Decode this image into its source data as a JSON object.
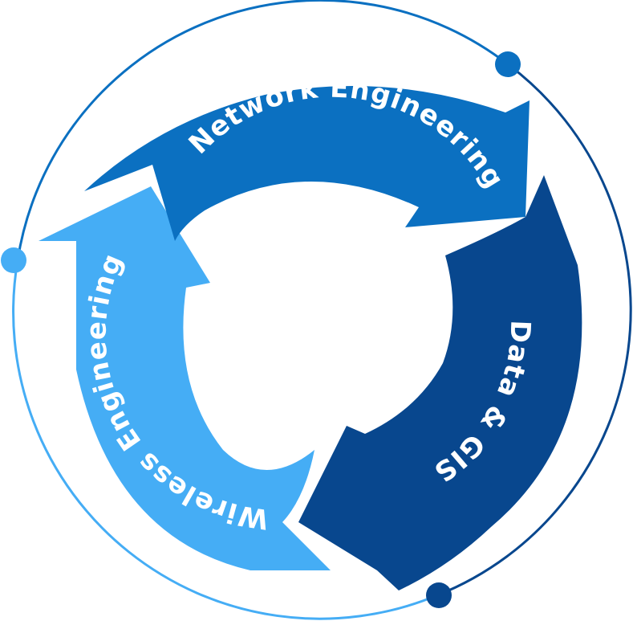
{
  "segments": [
    {
      "id": "network",
      "label": "Network Engineering",
      "color": "#0b70c1"
    },
    {
      "id": "data",
      "label": "Data & GIS",
      "color": "#08478e"
    },
    {
      "id": "wireless",
      "label": "Wireless Engineering",
      "color": "#45adf5"
    }
  ],
  "colors": {
    "ring_light": "#45adf5",
    "ring_mid": "#0b70c1",
    "ring_dark": "#08478e",
    "background": "#ffffff"
  }
}
